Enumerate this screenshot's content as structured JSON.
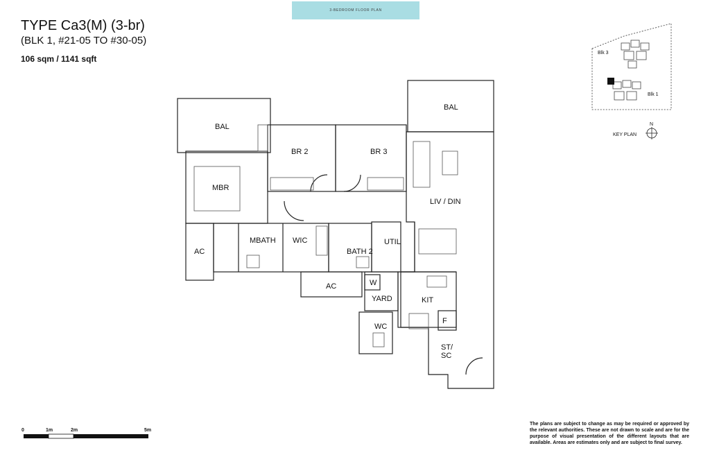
{
  "banner": "3-BEDROOM FLOOR PLAN",
  "unit": {
    "type": "TYPE Ca3(M)",
    "bedrooms": "(3-br)",
    "blocks": "(BLK 1, #21-05 TO #30-05)",
    "area": "106 sqm / 1141 sqft"
  },
  "rooms": {
    "bal_left": "BAL",
    "bal_right": "BAL",
    "br2": "BR 2",
    "br3": "BR 3",
    "mbr": "MBR",
    "liv_din": "LIV / DIN",
    "ac_left": "AC",
    "mbath": "MBATH",
    "wic": "WIC",
    "bath2": "BATH 2",
    "util": "UTIL",
    "ac_bottom": "AC",
    "w": "W",
    "yard": "YARD",
    "kit": "KIT",
    "wc": "WC",
    "f": "F",
    "st": "ST/",
    "sc": "SC"
  },
  "key_plan": {
    "blk3": "Blk 3",
    "blk1": "Blk 1",
    "label": "KEY PLAN",
    "north": "N"
  },
  "scale": {
    "m0": "0",
    "m1": "1m",
    "m2": "2m",
    "m5": "5m"
  },
  "disclaimer": "The plans are subject to change as may be required or approved by the relevant authorities. These are not drawn to scale and are for the purpose of visual presentation of the different layouts that are available. Areas are estimates only and are subject to final survey."
}
